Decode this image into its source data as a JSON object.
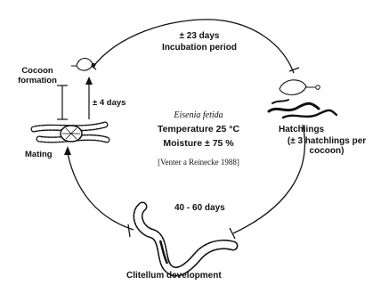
{
  "stages": {
    "incubation_days": "± 23 days",
    "incubation_label": "Incubation period",
    "cocoon_formation": "Cocoon\nformation",
    "mating_interval": "± 4 days",
    "mating": "Mating",
    "hatchlings": "Hatchlings",
    "hatchlings_note": "(± 3 hatchlings per\ncocoon)",
    "clitellum_days": "40 - 60 days",
    "clitellum_development": "Clitellum development"
  },
  "conditions": {
    "species": "Eisenia fetida",
    "temperature": "Temperature 25 °C",
    "moisture": "Moisture ± 75 %",
    "reference": "[Venter a Reinecke 1988]"
  }
}
